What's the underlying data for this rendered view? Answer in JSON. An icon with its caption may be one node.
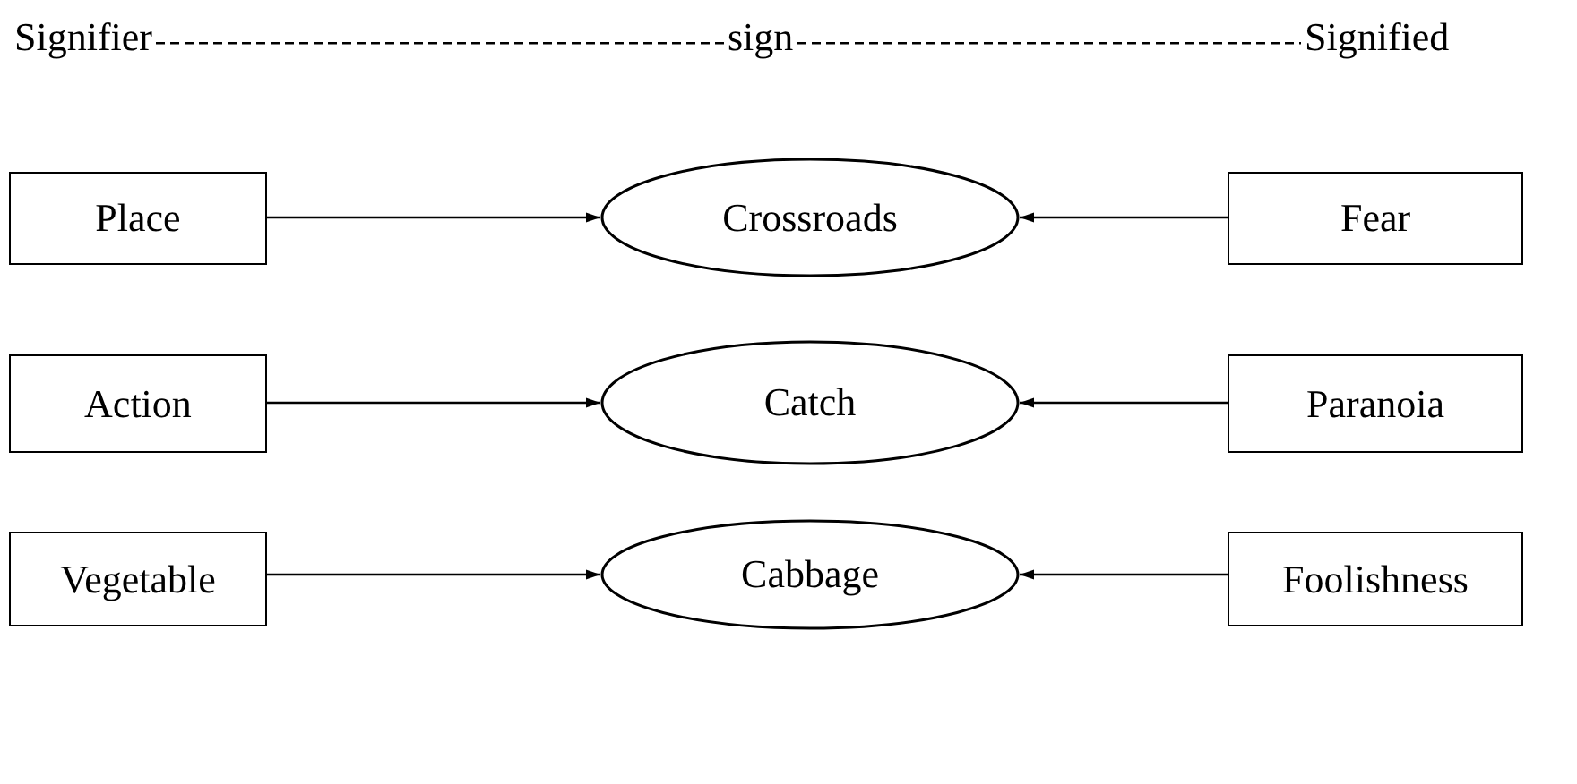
{
  "diagram": {
    "nodes": [
      {
        "text": [
          "Place"
        ]
      },
      {
        "text": [
          "Crossroads"
        ]
      },
      {
        "text": [
          "Fear"
        ]
      },
      {
        "text": [
          "Action"
        ]
      },
      {
        "text": [
          "Catch"
        ]
      },
      {
        "text": [
          "Paranoia"
        ]
      },
      {
        "text": [
          "Vegetable"
        ]
      },
      {
        "text": [
          "Cabbage"
        ]
      },
      {
        "text": [
          "Foolishness"
        ]
      }
    ],
    "edges": [
      {
        "from": 0,
        "to": 1,
        "arrow": "to"
      },
      {
        "from": 2,
        "to": 1,
        "arrow": "to"
      },
      {
        "from": 3,
        "to": 4,
        "arrow": "to"
      },
      {
        "from": 5,
        "to": 4,
        "arrow": "to"
      },
      {
        "from": 6,
        "to": 7,
        "arrow": "to"
      },
      {
        "from": 8,
        "to": 7,
        "arrow": "to"
      }
    ],
    "labels": [
      "Signifier",
      "sign",
      "Signified"
    ]
  }
}
